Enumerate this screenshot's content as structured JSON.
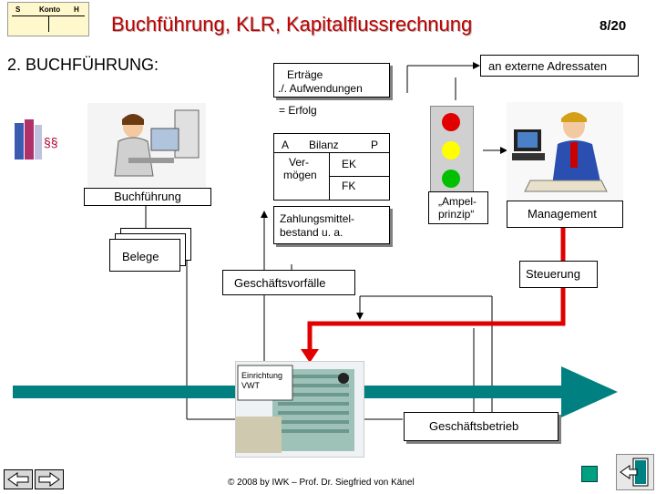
{
  "header": {
    "logo_letters": [
      "S",
      "Konto",
      "H"
    ],
    "title": "Buchführung, KLR, Kapitalflussrechnung",
    "page": "8/20"
  },
  "section_title": "2. BUCHFÜHRUNG:",
  "diagram": {
    "ertraege_line1": "Erträge",
    "ertraege_line2": "./. Aufwendungen",
    "erfolg": "= Erfolg",
    "bilanz_a": "A",
    "bilanz_title": "Bilanz",
    "bilanz_p": "P",
    "vermoegen_line1": "Ver-",
    "vermoegen_line2": "mögen",
    "ek": "EK",
    "fk": "FK",
    "zahlung_line1": "Zahlungsmittel-",
    "zahlung_line2": "bestand u. a.",
    "buchfuehrung": "Buchführung",
    "belege": "Belege",
    "externe": "an externe Adressaten",
    "ampel_line1": "„Ampel-",
    "ampel_line2": "prinzip“",
    "management": "Management",
    "steuerung": "Steuerung",
    "geschaeftsvorfaelle": "Geschäftsvorfälle",
    "geschaeftsbetrieb": "Geschäftsbetrieb",
    "sign_line1": "Einrichtung",
    "sign_line2": "VWT"
  },
  "footer": "© 2008 by IWK – Prof. Dr. Siegfried von Känel",
  "colors": {
    "title": "#c00000",
    "red_arrow": "#e00000",
    "teal_arrow": "#008080",
    "light_red": "#e00000",
    "light_yellow": "#ffff00",
    "light_green": "#00c000"
  }
}
